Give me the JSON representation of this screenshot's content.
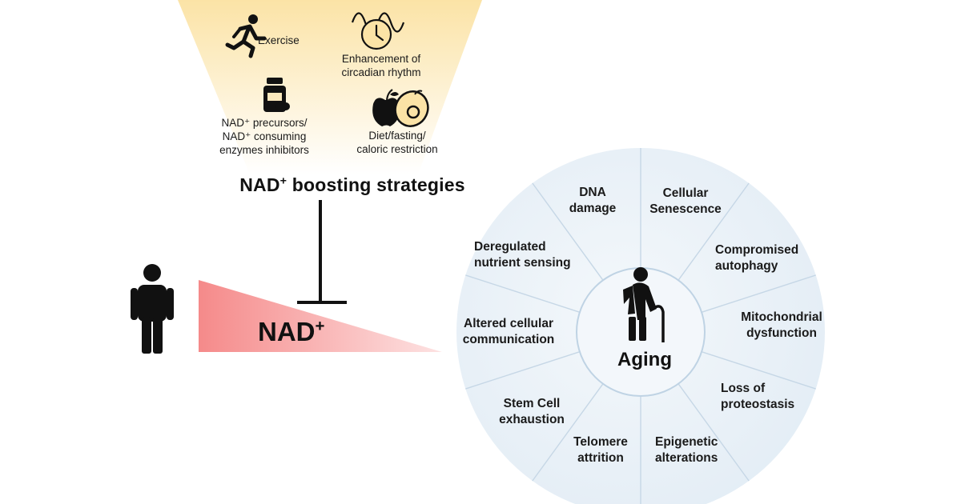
{
  "strategies": {
    "title_main": "NAD",
    "title_sup": "+",
    "title_rest": " boosting strategies",
    "items": [
      {
        "id": "exercise",
        "lines": [
          "Exercise"
        ],
        "icon": "running-person-icon"
      },
      {
        "id": "circadian",
        "lines": [
          "Enhancement of",
          "circadian rhythm"
        ],
        "icon": "clock-wave-icon"
      },
      {
        "id": "precursors",
        "lines": [
          "NAD⁺ precursors/",
          "NAD⁺ consuming",
          "enzymes inhibitors"
        ],
        "icon": "pill-bottle-icon"
      },
      {
        "id": "diet",
        "lines": [
          "Diet/fasting/",
          "caloric restriction"
        ],
        "icon": "apple-avocado-icon"
      }
    ]
  },
  "nad": {
    "main": "NAD",
    "sup": "+"
  },
  "aging": {
    "center_label": "Aging",
    "hallmarks": [
      {
        "id": "dna",
        "lines": [
          "DNA",
          "damage"
        ]
      },
      {
        "id": "senescence",
        "lines": [
          "Cellular",
          "Senescence"
        ]
      },
      {
        "id": "autophagy",
        "lines": [
          "Compromised",
          "autophagy"
        ]
      },
      {
        "id": "mito",
        "lines": [
          "Mitochondrial",
          "dysfunction"
        ]
      },
      {
        "id": "proteostasis",
        "lines": [
          "Loss of",
          "proteostasis"
        ]
      },
      {
        "id": "epigenetic",
        "lines": [
          "Epigenetic",
          "alterations"
        ]
      },
      {
        "id": "telomere",
        "lines": [
          "Telomere",
          "attrition"
        ]
      },
      {
        "id": "stemcell",
        "lines": [
          "Stem Cell",
          "exhaustion"
        ]
      },
      {
        "id": "communication",
        "lines": [
          "Altered cellular",
          "communication"
        ]
      },
      {
        "id": "nutrient",
        "lines": [
          "Deregulated",
          "nutrient sensing"
        ]
      }
    ]
  },
  "colors": {
    "funnel_top": "#fbe3a6",
    "funnel_bottom": "#ffffff",
    "nad_wedge": "#f58a8a",
    "circle_fill": "#e9f1f7",
    "circle_line": "#c9dbe9",
    "ink": "#111111"
  }
}
